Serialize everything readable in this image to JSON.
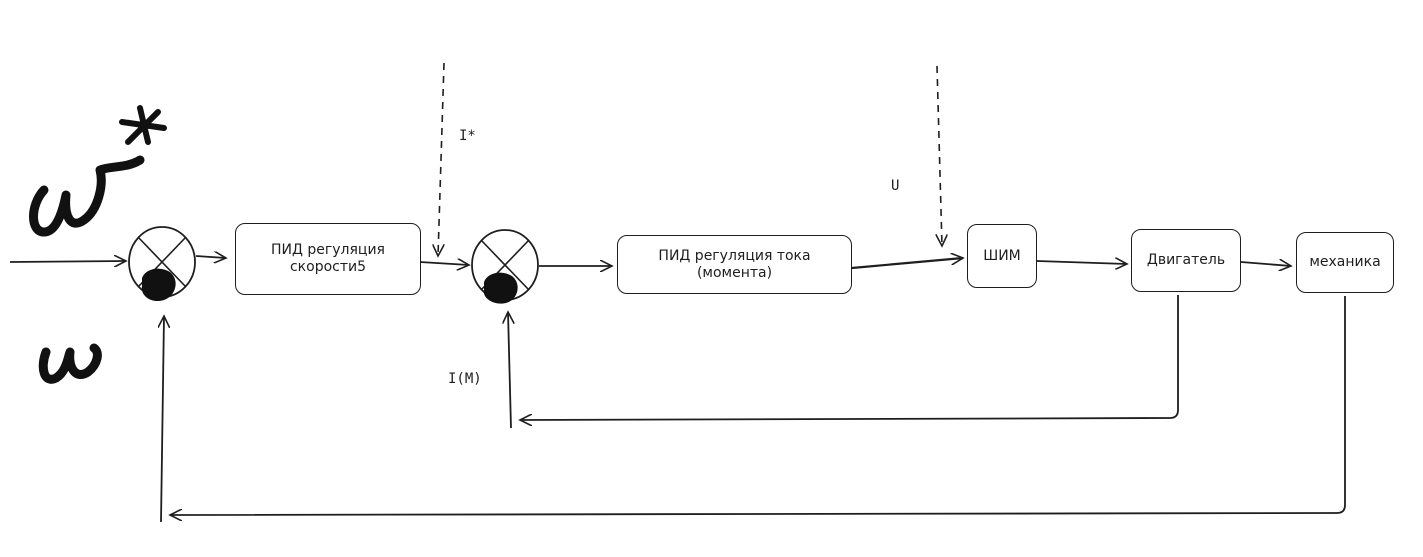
{
  "blocks": {
    "speed_pid": "ПИД регуляция\nскорости5",
    "current_pid": "ПИД регуляция тока\n(момента)",
    "pwm": "ШИМ",
    "motor": "Двигатель",
    "mechanics": "механика"
  },
  "signals": {
    "current_ref": "I*",
    "voltage": "U",
    "current_feedback": "I(M)",
    "speed_ref": "ω*",
    "speed": "ω"
  },
  "colors": {
    "stroke": "#1e1e1e"
  }
}
